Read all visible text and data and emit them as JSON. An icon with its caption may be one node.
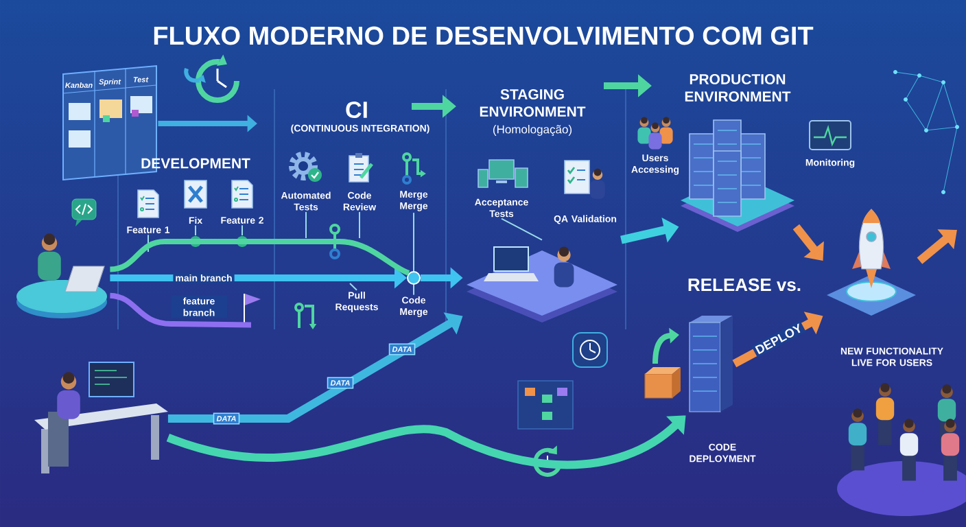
{
  "diagram": {
    "title": "FLUXO MODERNO DE DESENVOLVIMENTO COM GIT",
    "nodes": [
      {
        "text": [],
        "shape": "picture"
      },
      {
        "text": [
          "Feature 1"
        ]
      },
      {
        "text": [
          "Fix"
        ]
      },
      {
        "text": [
          "Feature 2"
        ]
      },
      {
        "text": [
          "Automated Tests"
        ]
      },
      {
        "text": [
          "Code Review"
        ]
      },
      {
        "text": [
          "Merge Merge"
        ]
      },
      {
        "text": [
          "Acceptance Tests"
        ]
      },
      {
        "text": [
          "QA Validation"
        ]
      },
      {
        "text": [
          "Users Accessing"
        ]
      },
      {
        "text": [],
        "shape": "picture"
      },
      {
        "text": [
          "Monitoring"
        ]
      },
      {
        "text": [],
        "shape": "picture"
      },
      {
        "text": [],
        "shape": "picture"
      },
      {
        "text": [
          "Pull Requests"
        ]
      },
      {
        "text": [
          "Code Merge"
        ]
      },
      {
        "text": [],
        "shape": "picture"
      },
      {
        "text": [
          "NEW FUNCTIONALITY LIVE FOR USERS"
        ]
      },
      {
        "text": [
          "CODE DEPLOYMENT"
        ]
      },
      {
        "text": [],
        "shape": "picture"
      },
      {
        "text": [],
        "shape": "picture"
      },
      {
        "text": [],
        "shape": "circle"
      }
    ],
    "edges": [
      {
        "from": 0,
        "to": null,
        "arrow": "to",
        "color": "#3fb0e0"
      },
      {
        "from": 12,
        "to": 21,
        "arrow": "to",
        "label": "main branch",
        "color": "#3fc3f0"
      },
      {
        "from": 12,
        "to": 20,
        "arrow": "none",
        "label": "feature branch",
        "color": "#8e6ff0"
      },
      {
        "from": 1,
        "to": null,
        "arrow": "none"
      },
      {
        "from": 2,
        "to": null,
        "arrow": "none"
      },
      {
        "from": 3,
        "to": null,
        "arrow": "none"
      },
      {
        "from": 4,
        "to": null,
        "arrow": "none"
      },
      {
        "from": 5,
        "to": null,
        "arrow": "none"
      },
      {
        "from": 6,
        "to": 21,
        "arrow": "none"
      },
      {
        "from": 14,
        "to": null,
        "arrow": "none"
      },
      {
        "from": 15,
        "to": 21,
        "arrow": "none"
      },
      {
        "from": 7,
        "to": 13,
        "arrow": "none"
      },
      {
        "from": 13,
        "to": 10,
        "arrow": "to",
        "color": "#3fd0e0"
      },
      {
        "from": 10,
        "to": 16,
        "arrow": "to",
        "color": "#f0924a"
      },
      {
        "from": 16,
        "to": null,
        "arrow": "to",
        "color": "#f0924a"
      },
      {
        "from": 18,
        "to": 16,
        "arrow": "to",
        "label": "DEPLOY",
        "color": "#f0924a"
      },
      {
        "from": 19,
        "to": 18,
        "arrow": "to",
        "color": "#45d6b0"
      },
      {
        "from": 19,
        "to": 13,
        "arrow": "to",
        "color": "#3fb8e0"
      },
      {
        "from": 12,
        "to": 21,
        "arrow": "none",
        "color": "#4fd6a0"
      },
      {
        "from": 21,
        "to": 13,
        "arrow": "to",
        "color": "#3fc3f0"
      }
    ],
    "labels": [
      "Kanban",
      "Sprint",
      "Test",
      "CI",
      "(CONTINUOUS INTEGRATION)",
      "STAGING ENVIRONMENT",
      "(Homologação)",
      "PRODUCTION ENVIRONMENT",
      "DEVELOPMENT",
      "RELEASE vs.",
      "DATA",
      "DATA",
      "DATA"
    ]
  }
}
